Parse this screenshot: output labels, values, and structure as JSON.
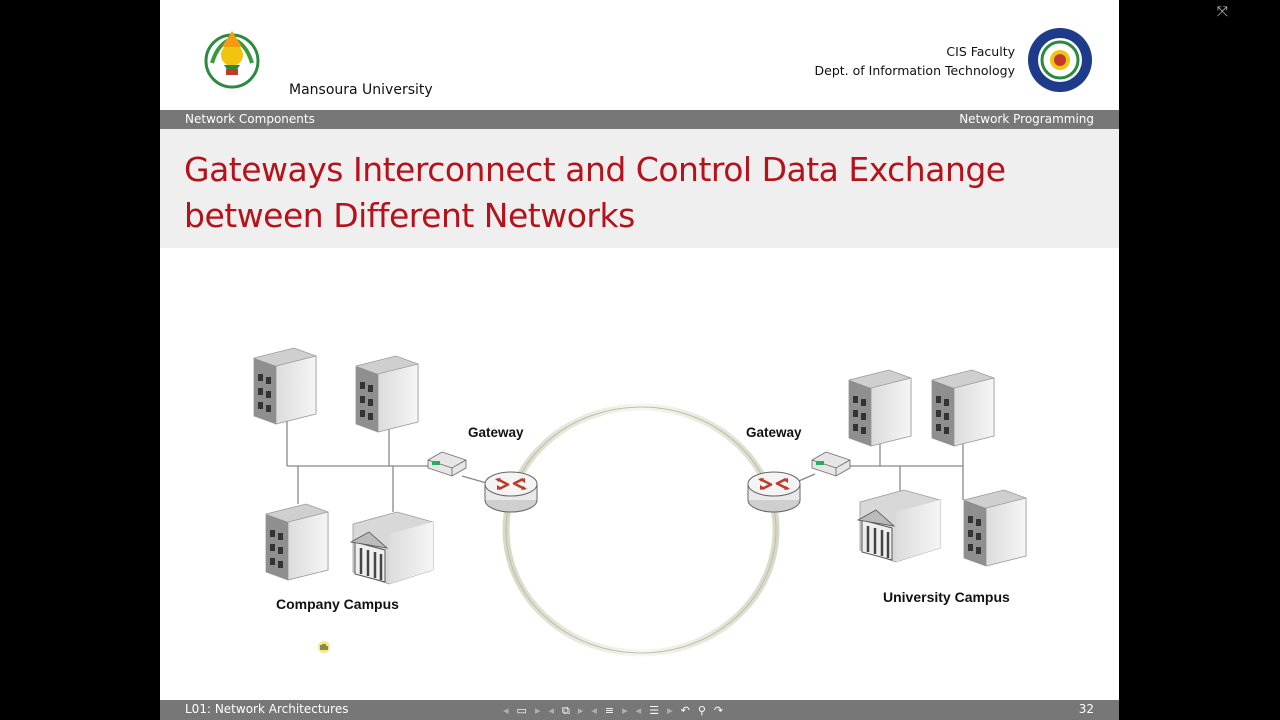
{
  "header": {
    "university": "Mansoura University",
    "faculty": "CIS Faculty",
    "department": "Dept. of Information Technology"
  },
  "topbar": {
    "left": "Network Components",
    "right": "Network Programming"
  },
  "slide": {
    "title_line1": "Gateways Interconnect and Control Data Exchange",
    "title_line2": "between Different Networks"
  },
  "diagram": {
    "gateway_left": "Gateway",
    "gateway_right": "Gateway",
    "company_label": "Company Campus",
    "university_label": "University Campus"
  },
  "footer": {
    "left": "L01: Network Architectures",
    "page": "32"
  },
  "icons": [
    "fullscreen-icon",
    "nav-prev-icon",
    "nav-frame-icon",
    "nav-next-icon",
    "nav-subsection-icon",
    "nav-section-icon",
    "nav-outline-icon",
    "undo-icon",
    "search-icon",
    "redo-icon",
    "mouse-cursor-icon"
  ]
}
